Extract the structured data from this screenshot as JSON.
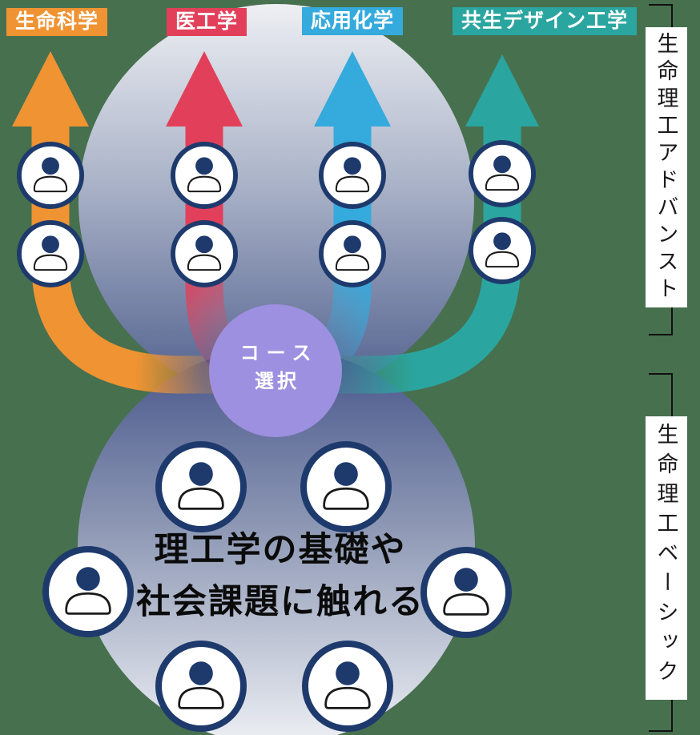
{
  "background_color": "#47704f",
  "courses": [
    {
      "label": "生命科学",
      "color": "#ef9333"
    },
    {
      "label": "医工学",
      "color": "#e2405a"
    },
    {
      "label": "応用化学",
      "color": "#35aadc"
    },
    {
      "label": "共生デザイン工学",
      "color": "#2ba59f"
    }
  ],
  "center_circle": {
    "label_line1": "コース",
    "label_line2": "選択",
    "color": "#9d90e0"
  },
  "phases": {
    "advanced": {
      "label": "生命理工アドバンスト"
    },
    "basic": {
      "label": "生命理工ベーシック"
    }
  },
  "basic_stage": {
    "line1": "理工学の基礎や",
    "line2": "社会課題に触れる"
  },
  "icons": {
    "person": "person-icon"
  },
  "colors": {
    "person_border": "#1e3a6d",
    "bracket": "#111111",
    "top_circle_top": "#edeff3",
    "top_circle_bottom": "#4f5e8c",
    "bottom_circle_top": "#46548a",
    "bottom_circle_bottom": "#e9ecf1"
  }
}
